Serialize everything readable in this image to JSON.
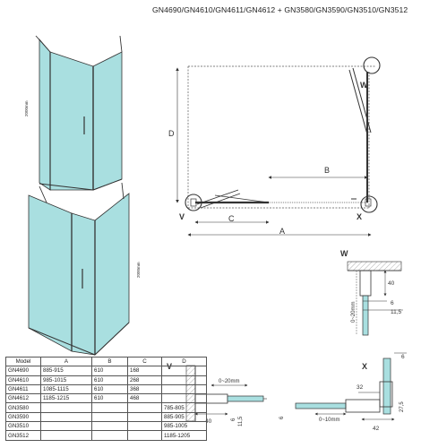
{
  "header": {
    "title": "GN4690/GN4610/GN4611/GN4612 + GN3580/GN3590/GN3510/GN3512"
  },
  "plan": {
    "dim_A": "A",
    "dim_B": "B",
    "dim_C": "C",
    "dim_D": "D",
    "detail_V": "V",
    "detail_W": "W",
    "detail_X": "X"
  },
  "elevation_labels": {
    "height_1": "2000mm",
    "height_2": "2000mm"
  },
  "detail_W": {
    "title": "W",
    "dims": {
      "d40": "40",
      "d6": "6",
      "d11_5": "11,5",
      "range": "0~20mm"
    }
  },
  "detail_V": {
    "title": "V",
    "dims": {
      "range": "0~20mm",
      "d40": "40",
      "d6": "6",
      "d11_5": "11,5",
      "d6b": "6"
    }
  },
  "detail_X": {
    "title": "X",
    "dims": {
      "d6": "6",
      "d32": "32",
      "d27_5": "27,5",
      "d42": "42",
      "range": "0~10mm"
    }
  },
  "table": {
    "headers": [
      "Model",
      "A",
      "B",
      "C",
      "D"
    ],
    "rows": [
      [
        "GN4690",
        "885-915",
        "610",
        "168",
        ""
      ],
      [
        "GN4610",
        "985-1015",
        "610",
        "268",
        ""
      ],
      [
        "GN4611",
        "1085-1115",
        "610",
        "368",
        ""
      ],
      [
        "GN4612",
        "1185-1215",
        "610",
        "468",
        ""
      ],
      [
        "GN3580",
        "",
        "",
        "",
        "785-805"
      ],
      [
        "GN3590",
        "",
        "",
        "",
        "885-905"
      ],
      [
        "GN3510",
        "",
        "",
        "",
        "985-1005"
      ],
      [
        "GN3512",
        "",
        "",
        "",
        "1185-1205"
      ]
    ]
  },
  "colors": {
    "glass": "#a9dfe0",
    "glass_dark": "#7fc9cc",
    "line": "#333333"
  }
}
